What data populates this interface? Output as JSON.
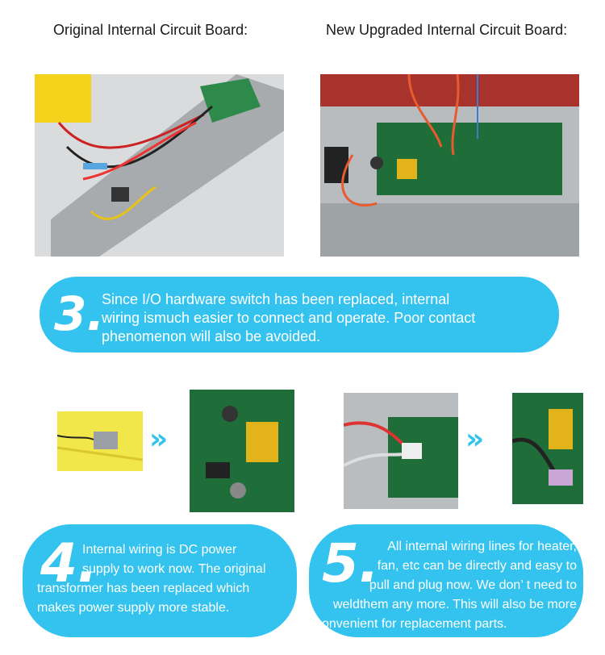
{
  "headings": {
    "original": "Original Internal Circuit Board:",
    "upgraded": "New Upgraded Internal Circuit Board:"
  },
  "section3": {
    "number": "3.",
    "lines": [
      "Since I/O hardware switch has been replaced, internal",
      "wiring ismuch easier to connect and operate. Poor contact",
      "phenomenon will also be avoided."
    ]
  },
  "section4": {
    "number": "4.",
    "lines": [
      "Internal wiring is DC power",
      "supply to work now. The original",
      "transformer has been replaced which",
      "makes power supply more stable."
    ]
  },
  "section5": {
    "number": "5.",
    "lines": [
      "All internal wiring lines for heater,",
      "fan, etc can be directly and easy to",
      "pull and plug now. We don’  t need to",
      "weldthem any more. This will also be more",
      "convenient for replacement parts."
    ]
  },
  "arrows": {
    "left": "»",
    "right": "»"
  },
  "colors": {
    "banner": "#33c3ee",
    "pcb_green": "#1f6e3a",
    "tray_gray": "#9ea3a6"
  }
}
